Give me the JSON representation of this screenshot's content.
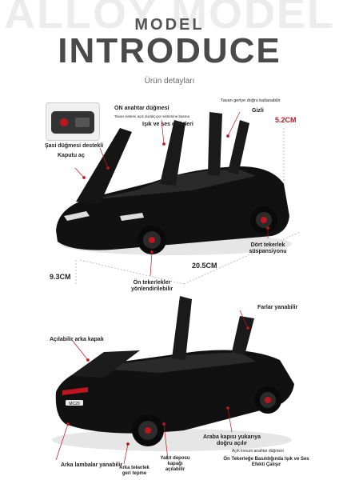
{
  "header": {
    "ghost_text": "ALLOY MODEL",
    "model": "MODEL",
    "introduce": "INTRODUCE",
    "subtitle": "Ürün detayları"
  },
  "dimensions": {
    "height": "5.2CM",
    "length": "20.5CM",
    "width": "9.3CM"
  },
  "features_top": {
    "on_button": "ON anahtar düğmesi",
    "tiny_note": "Tavan sistemi açık durakçıyor sistemine basma",
    "lights_sounds": "Işık ve ses efektleri",
    "roof_fold": "Tavan geriye doğru katlanabilir",
    "hidden": "Gizli",
    "chassis_button": "Şasi düğmesi destekli",
    "hood_open": "Kaputu aç",
    "rear_suspension": "Dört tekerlek süspansiyonu",
    "front_steering": "Ön tekerlekler yönlendirilebilir"
  },
  "features_bottom": {
    "headlights": "Farlar yanabilir",
    "trunk_open": "Açılabilir arka kapak",
    "door_up": "Araba kapısı yukarıya doğru açılır",
    "key_switch": "Açık konum anahtar düğmesi",
    "front_wheel_press": "Ön Tekerleğe Basıldığında Işık ve Ses Efekti Çalışır",
    "rear_lights": "Arka lambalar yanabilir",
    "rear_wheel": "Arka tekerlek geri tepme",
    "fuel_cap": "Yakıt deposu kapağı açılabilir"
  },
  "plate": "MC20",
  "colors": {
    "body": "#111111",
    "accent_red": "#c0141e",
    "title": "#4a4a4a",
    "dim_red": "#c0141e",
    "dim_dark": "#222222"
  }
}
